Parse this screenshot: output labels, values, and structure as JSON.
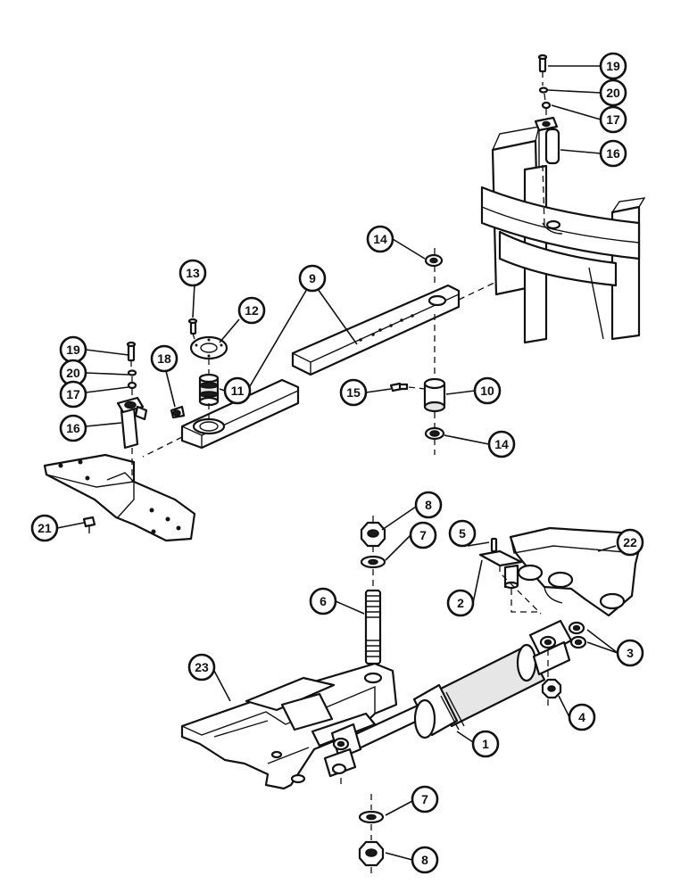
{
  "callouts": [
    {
      "label": "19"
    },
    {
      "label": "20"
    },
    {
      "label": "17"
    },
    {
      "label": "16"
    },
    {
      "label": "14"
    },
    {
      "label": "13"
    },
    {
      "label": "12"
    },
    {
      "label": "9"
    },
    {
      "label": "11"
    },
    {
      "label": "19"
    },
    {
      "label": "20"
    },
    {
      "label": "18"
    },
    {
      "label": "17"
    },
    {
      "label": "16"
    },
    {
      "label": "15"
    },
    {
      "label": "10"
    },
    {
      "label": "14"
    },
    {
      "label": "21"
    },
    {
      "label": "8"
    },
    {
      "label": "7"
    },
    {
      "label": "5"
    },
    {
      "label": "22"
    },
    {
      "label": "6"
    },
    {
      "label": "2"
    },
    {
      "label": "3"
    },
    {
      "label": "23"
    },
    {
      "label": "4"
    },
    {
      "label": "1"
    },
    {
      "label": "7"
    },
    {
      "label": "8"
    }
  ]
}
